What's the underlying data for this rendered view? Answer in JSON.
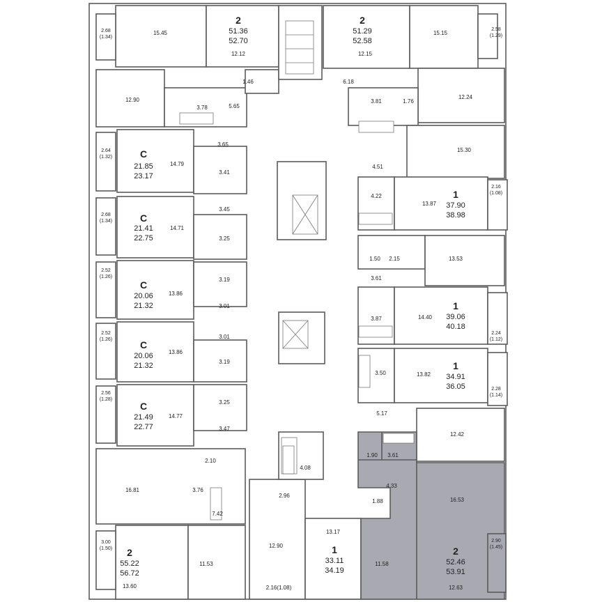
{
  "units": [
    {
      "id": "u2-nw",
      "type": "2",
      "living": "51.36",
      "total": "52.70"
    },
    {
      "id": "u2-ne",
      "type": "2",
      "living": "51.29",
      "total": "52.58"
    },
    {
      "id": "uc-1",
      "type": "C",
      "living": "21.85",
      "total": "23.17"
    },
    {
      "id": "uc-2",
      "type": "C",
      "living": "21.41",
      "total": "22.75"
    },
    {
      "id": "uc-3",
      "type": "C",
      "living": "20.06",
      "total": "21.32"
    },
    {
      "id": "uc-4",
      "type": "C",
      "living": "20.06",
      "total": "21.32"
    },
    {
      "id": "uc-5",
      "type": "C",
      "living": "21.49",
      "total": "22.77"
    },
    {
      "id": "u1-e1",
      "type": "1",
      "living": "37.90",
      "total": "38.98"
    },
    {
      "id": "u1-e2",
      "type": "1",
      "living": "39.06",
      "total": "40.18"
    },
    {
      "id": "u1-e3",
      "type": "1",
      "living": "34.91",
      "total": "36.05"
    },
    {
      "id": "u2-sw",
      "type": "2",
      "living": "55.22",
      "total": "56.72"
    },
    {
      "id": "u1-s",
      "type": "1",
      "living": "33.11",
      "total": "34.19"
    },
    {
      "id": "u2-se",
      "type": "2",
      "living": "52.46",
      "total": "53.91",
      "highlighted": true
    }
  ],
  "rooms": [
    "15.45",
    "12.12",
    "1.46",
    "12.90",
    "3.78",
    "5.65",
    "14.79",
    "3.65",
    "3.41",
    "14.71",
    "3.45",
    "3.25",
    "13.86",
    "3.19",
    "3.01",
    "13.86",
    "3.01",
    "3.19",
    "14.77",
    "3.25",
    "3.47",
    "2.10",
    "16.81",
    "3.76",
    "7.42",
    "11.53",
    "13.60",
    "12.90",
    "2.96",
    "4.08",
    "2.16(1.08)",
    "13.17",
    "15.15",
    "12.15",
    "6.18",
    "3.81",
    "1.76",
    "12.24",
    "15.30",
    "4.51",
    "4.22",
    "13.87",
    "1.50",
    "2.15",
    "13.53",
    "3.61",
    "3.87",
    "14.40",
    "3.50",
    "13.82",
    "5.17",
    "12.42",
    "1.90",
    "3.61",
    "4.33",
    "1.88",
    "16.53",
    "11.58",
    "12.63"
  ],
  "balconies": [
    {
      "area": "2.68",
      "half": "(1.34)"
    },
    {
      "area": "2.64",
      "half": "(1.32)"
    },
    {
      "area": "2.68",
      "half": "(1.34)"
    },
    {
      "area": "2.52",
      "half": "(1.26)"
    },
    {
      "area": "2.52",
      "half": "(1.26)"
    },
    {
      "area": "2.56",
      "half": "(1.28)"
    },
    {
      "area": "3.00",
      "half": "(1.50)"
    },
    {
      "area": "2.58",
      "half": "(1.29)"
    },
    {
      "area": "2.16",
      "half": "(1.08)"
    },
    {
      "area": "2.24",
      "half": "(1.12)"
    },
    {
      "area": "2.28",
      "half": "(1.14)"
    },
    {
      "area": "2.90",
      "half": "(1.45)"
    }
  ],
  "colors": {
    "highlight": "#a9a9b1",
    "wall": "#5a5a5a"
  }
}
